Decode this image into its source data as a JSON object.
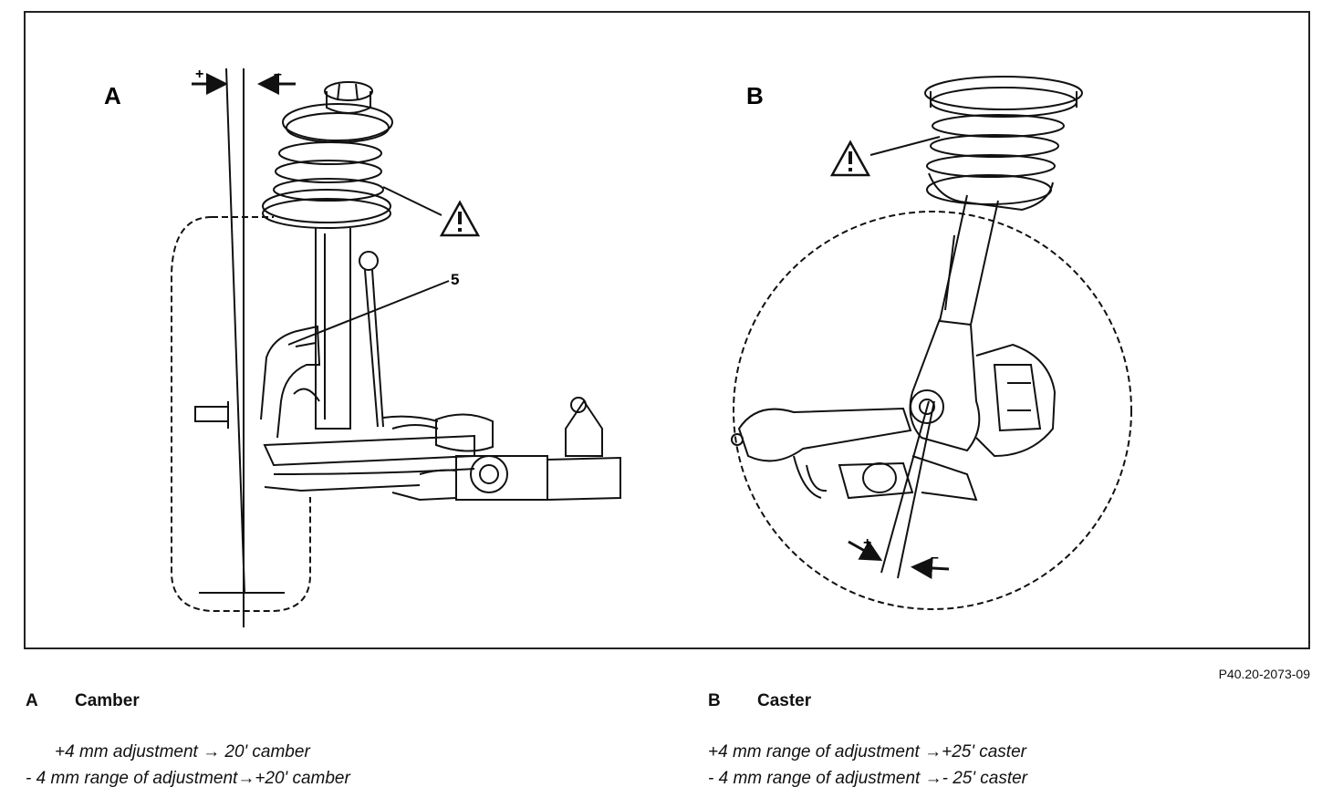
{
  "figure": {
    "id": "P40.20-2073-09",
    "panel_a": {
      "letter": "A",
      "callout": "5",
      "plus": "+",
      "minus": "–"
    },
    "panel_b": {
      "letter": "B",
      "plus": "+",
      "minus": "–"
    }
  },
  "caption": {
    "a": {
      "letter": "A",
      "title": "Camber",
      "lines": [
        "+4 mm adjustment → 20' camber",
        "- 4 mm range of adjustment→+20' camber"
      ]
    },
    "b": {
      "letter": "B",
      "title": "Caster",
      "lines": [
        "+4 mm range of adjustment →+25' caster",
        "- 4 mm range of adjustment →- 25' caster"
      ]
    }
  },
  "icons": {
    "warning": "warning-triangle-icon"
  }
}
